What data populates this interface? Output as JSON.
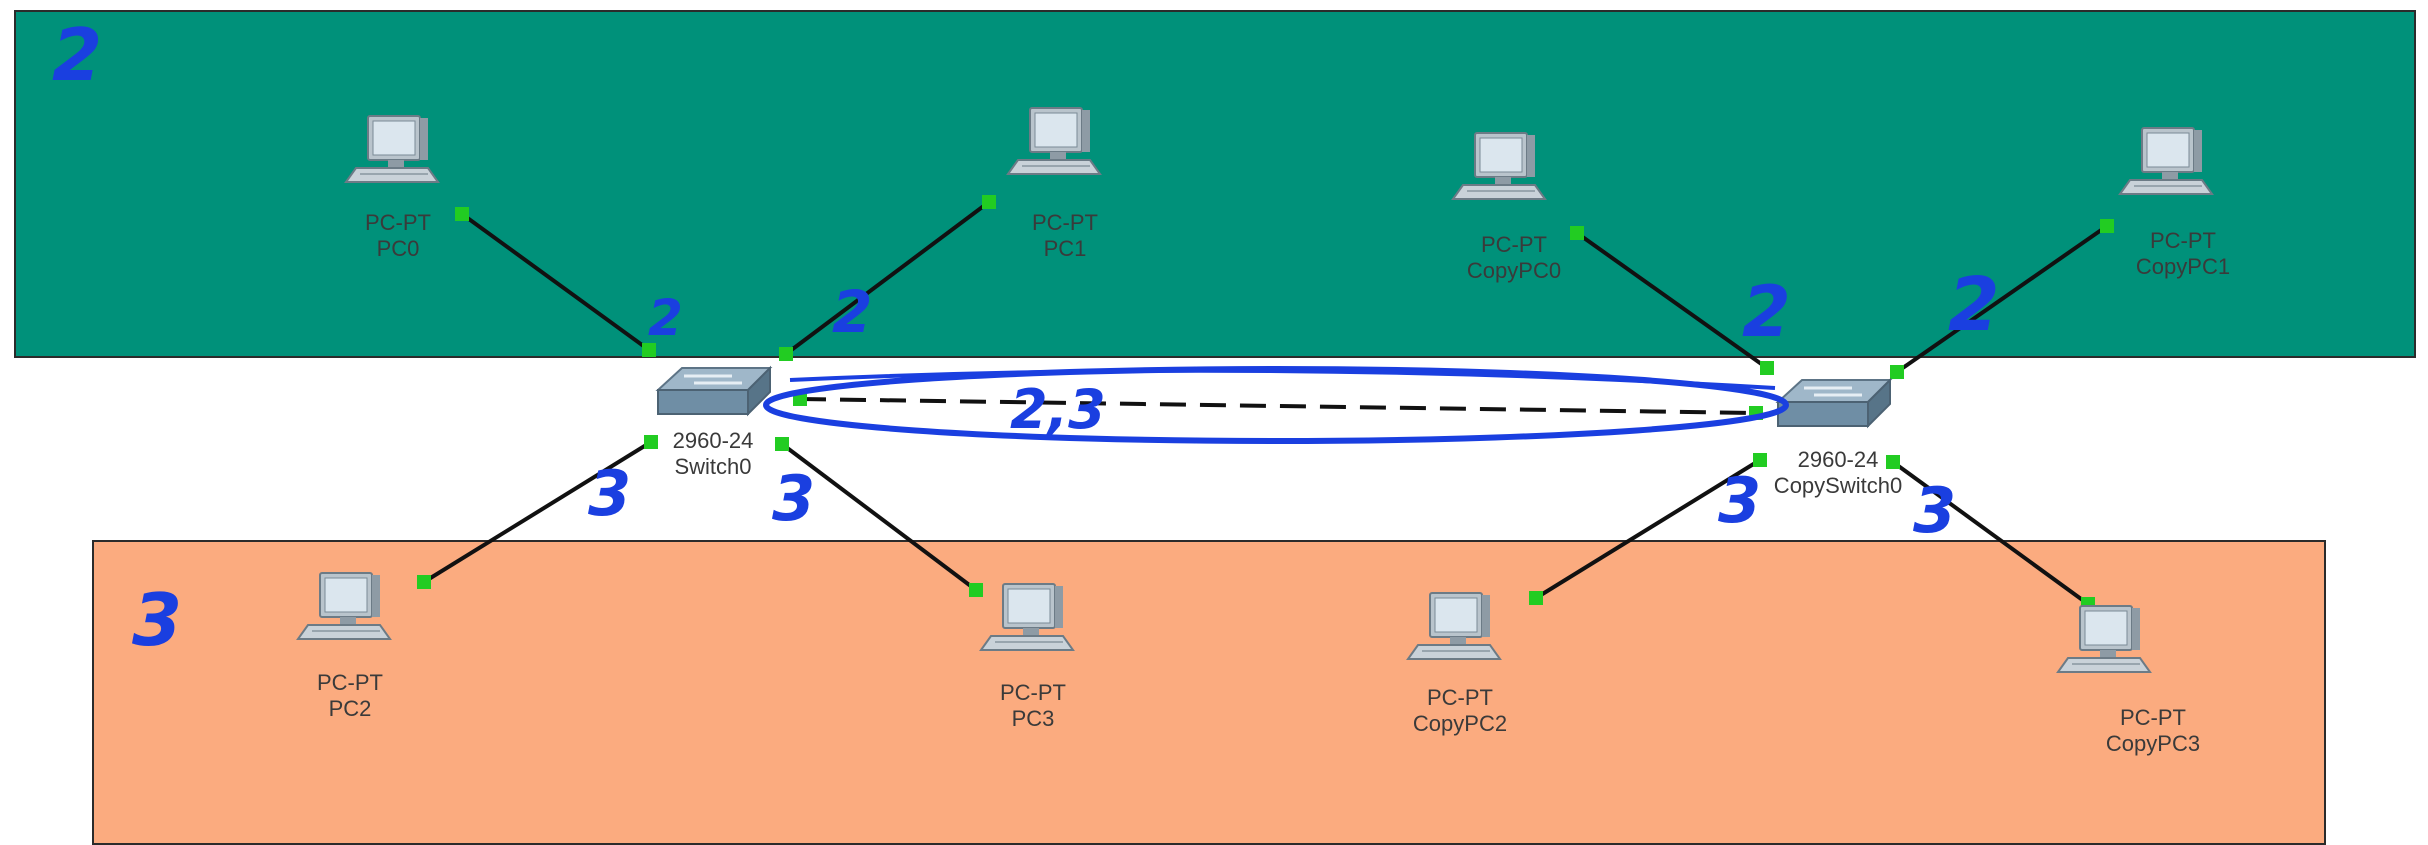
{
  "colors": {
    "vlan_top_zone": "#00917a",
    "vlan_bottom_zone": "#fbab7f",
    "link": "#111111",
    "port_up": "#22cc22",
    "ink": "#1a3fe0"
  },
  "zones": {
    "top_annotation": "2",
    "bottom_annotation": "3"
  },
  "devices": [
    {
      "id": "pc0",
      "model": "PC-PT",
      "name": "PC0",
      "icon": "pc-icon"
    },
    {
      "id": "pc1",
      "model": "PC-PT",
      "name": "PC1",
      "icon": "pc-icon"
    },
    {
      "id": "copypc0",
      "model": "PC-PT",
      "name": "CopyPC0",
      "icon": "pc-icon"
    },
    {
      "id": "copypc1",
      "model": "PC-PT",
      "name": "CopyPC1",
      "icon": "pc-icon"
    },
    {
      "id": "pc2",
      "model": "PC-PT",
      "name": "PC2",
      "icon": "pc-icon"
    },
    {
      "id": "pc3",
      "model": "PC-PT",
      "name": "PC3",
      "icon": "pc-icon"
    },
    {
      "id": "copypc2",
      "model": "PC-PT",
      "name": "CopyPC2",
      "icon": "pc-icon"
    },
    {
      "id": "copypc3",
      "model": "PC-PT",
      "name": "CopyPC3",
      "icon": "pc-icon"
    },
    {
      "id": "switch0",
      "model": "2960-24",
      "name": "Switch0",
      "icon": "switch-icon"
    },
    {
      "id": "copyswitch0",
      "model": "2960-24",
      "name": "CopySwitch0",
      "icon": "switch-icon"
    }
  ],
  "links": [
    {
      "from": "pc0",
      "to": "switch0",
      "annotation": "2"
    },
    {
      "from": "pc1",
      "to": "switch0",
      "annotation": "2"
    },
    {
      "from": "copypc0",
      "to": "copyswitch0",
      "annotation": "2"
    },
    {
      "from": "copypc1",
      "to": "copyswitch0",
      "annotation": "2"
    },
    {
      "from": "pc2",
      "to": "switch0",
      "annotation": "3"
    },
    {
      "from": "pc3",
      "to": "switch0",
      "annotation": "3"
    },
    {
      "from": "copypc2",
      "to": "copyswitch0",
      "annotation": "3"
    },
    {
      "from": "copypc3",
      "to": "copyswitch0",
      "annotation": "3"
    },
    {
      "from": "switch0",
      "to": "copyswitch0",
      "style": "dashed",
      "annotation": "2,3"
    }
  ]
}
